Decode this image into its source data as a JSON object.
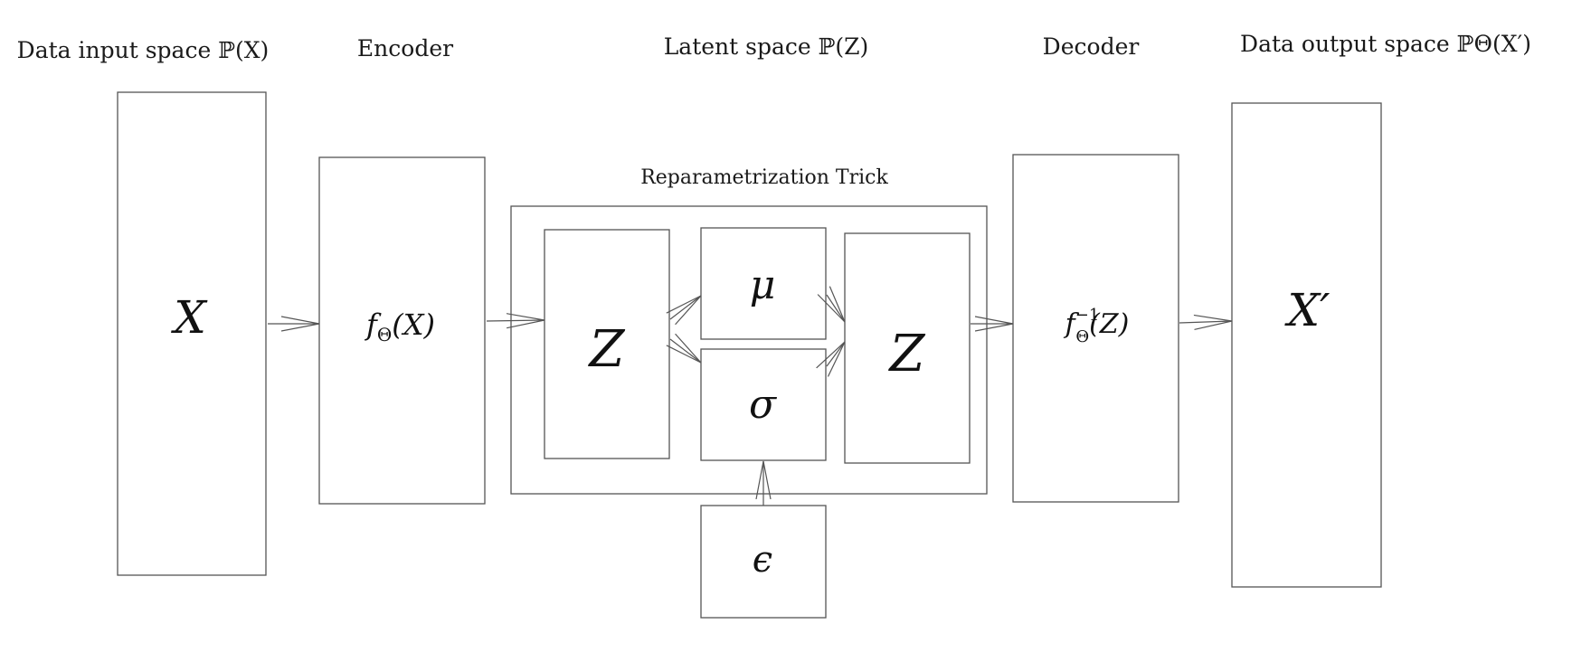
{
  "headers": {
    "input_space": "Data input space ℙ(X)",
    "encoder": "Encoder",
    "latent_space": "Latent space ℙ(Z)",
    "decoder": "Decoder",
    "output_space": "Data output space ℙΘ(X′)"
  },
  "reparam_title": "Reparametrization Trick",
  "nodes": {
    "input": "X",
    "encoder_fn_main": "f",
    "encoder_fn_sub": "Θ",
    "encoder_fn_arg": "(X)",
    "latent_z_in": "Z",
    "mu": "μ",
    "sigma": "σ",
    "latent_z_out": "Z",
    "decoder_fn_main": "f",
    "decoder_fn_sub": "Θ",
    "decoder_fn_sup": "−1",
    "decoder_fn_arg": "(Z)",
    "output": "X′",
    "epsilon": "ϵ"
  },
  "colors": {
    "stroke": "#555555",
    "text": "#111111",
    "background": "#ffffff"
  }
}
